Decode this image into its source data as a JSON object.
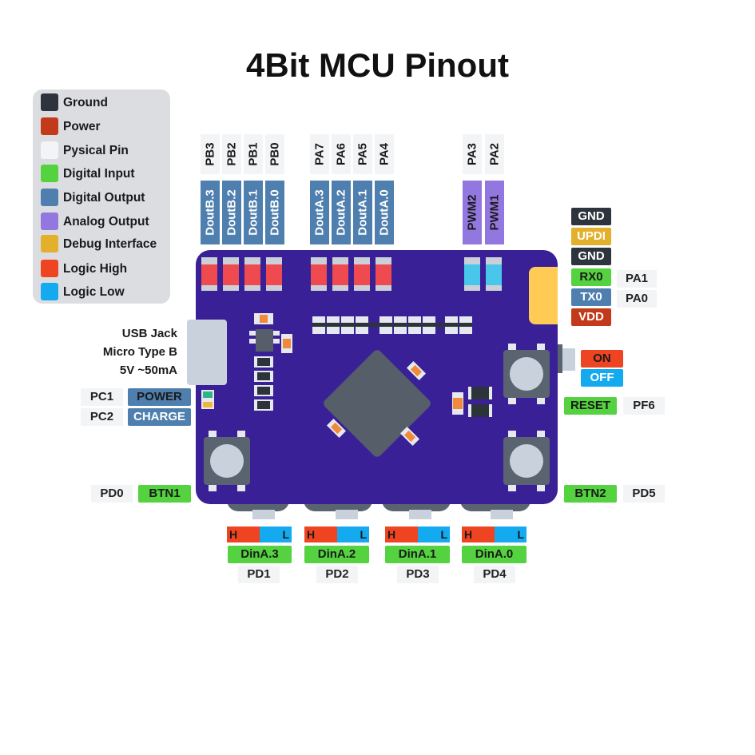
{
  "title": "4Bit MCU Pinout",
  "colors": {
    "ground": "#2d343d",
    "power": "#c33a1a",
    "physical": "#f3f4f6",
    "digital_input": "#54d23f",
    "digital_output": "#4e7fae",
    "analog_output": "#9377e0",
    "debug": "#e3b02c",
    "logic_high": "#ee4421",
    "logic_low": "#13aaf0",
    "board": "#3a2096"
  },
  "legend": [
    {
      "label": "Ground",
      "color": "#2d343d"
    },
    {
      "label": "Power",
      "color": "#c33a1a"
    },
    {
      "label": "Pysical Pin",
      "color": "#f3f4f6"
    },
    {
      "label": "Digital Input",
      "color": "#54d23f"
    },
    {
      "label": "Digital Output",
      "color": "#4e7fae"
    },
    {
      "label": "Analog Output",
      "color": "#9377e0"
    },
    {
      "label": "Debug Interface",
      "color": "#e3b02c"
    },
    {
      "label": "Logic High",
      "color": "#ee4421"
    },
    {
      "label": "Logic Low",
      "color": "#13aaf0"
    }
  ],
  "top_pins": {
    "physical": [
      "PB3",
      "PB2",
      "PB1",
      "PB0",
      "PA7",
      "PA6",
      "PA5",
      "PA4",
      "PA3",
      "PA2"
    ],
    "functions": [
      "DoutB.3",
      "DoutB.2",
      "DoutB.1",
      "DoutB.0",
      "DoutA.3",
      "DoutA.2",
      "DoutA.1",
      "DoutA.0",
      "PWM2",
      "PWM1"
    ]
  },
  "right_header": {
    "gnd1": "GND",
    "updi": "UPDI",
    "gnd2": "GND",
    "rx": "RX0",
    "tx": "TX0",
    "vdd": "VDD",
    "rx_pin": "PA1",
    "tx_pin": "PA0"
  },
  "switch": {
    "on": "ON",
    "off": "OFF"
  },
  "reset": {
    "label": "RESET",
    "pin": "PF6"
  },
  "usb": {
    "line1": "USB  Jack",
    "line2": "Micro Type B",
    "line3": "5V ~50mA"
  },
  "left_leds": {
    "power_pin": "PC1",
    "power_label": "POWER",
    "charge_pin": "PC2",
    "charge_label": "CHARGE"
  },
  "btn1": {
    "pin": "PD0",
    "label": "BTN1"
  },
  "btn2": {
    "label": "BTN2",
    "pin": "PD5"
  },
  "bottom_switches": [
    {
      "high": "H",
      "low": "L",
      "function": "DinA.3",
      "pin": "PD1"
    },
    {
      "high": "H",
      "low": "L",
      "function": "DinA.2",
      "pin": "PD2"
    },
    {
      "high": "H",
      "low": "L",
      "function": "DinA.1",
      "pin": "PD3"
    },
    {
      "high": "H",
      "low": "L",
      "function": "DinA.0",
      "pin": "PD4"
    }
  ]
}
